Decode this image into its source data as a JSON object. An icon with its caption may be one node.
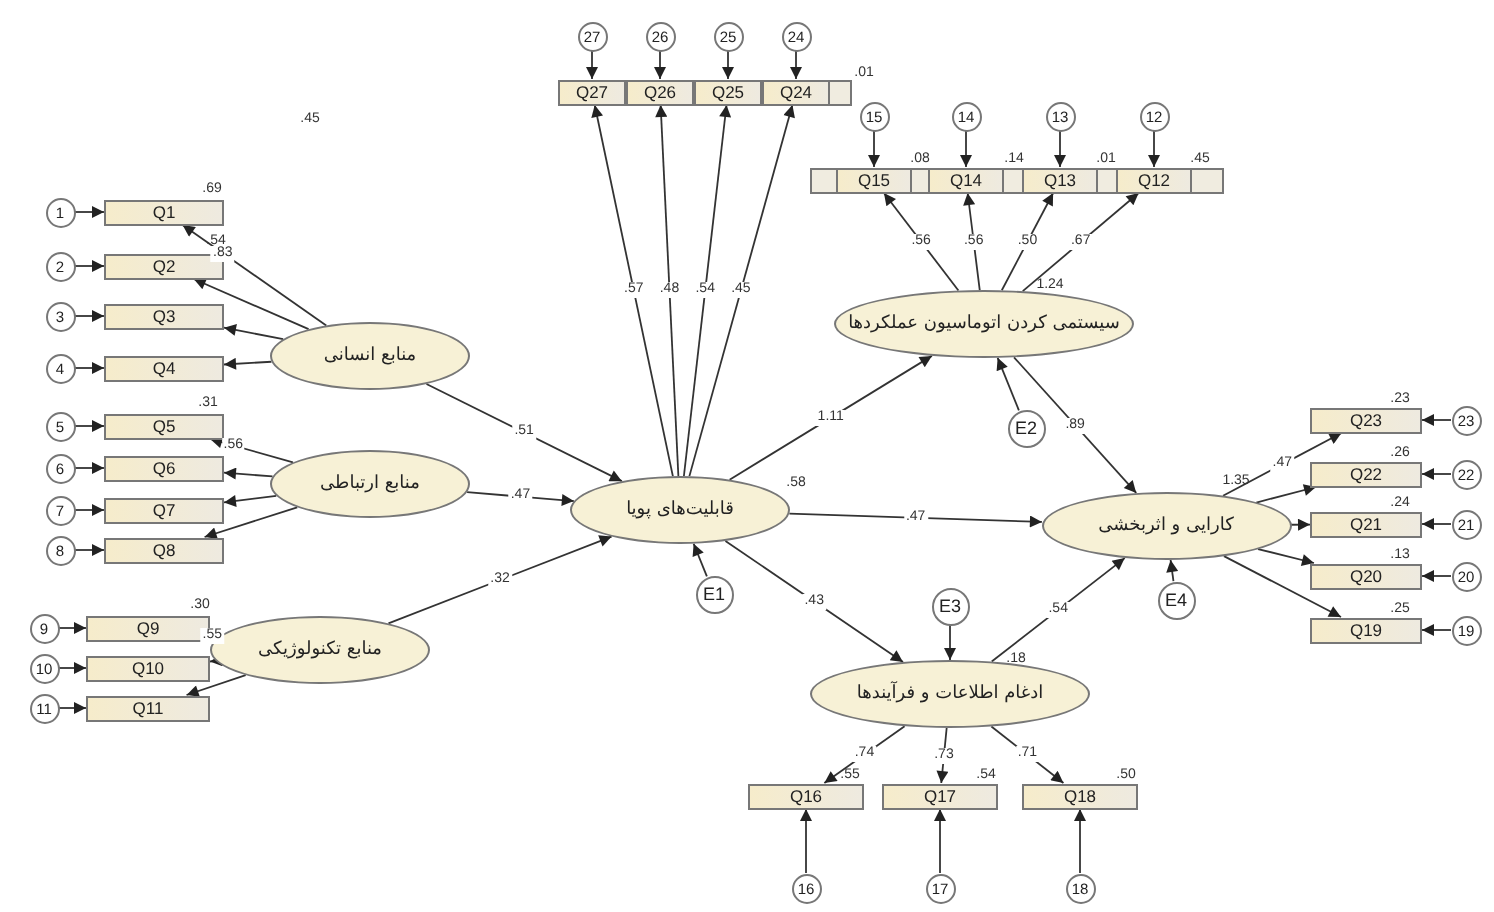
{
  "diagram": {
    "nodes": [
      {
        "text": [
          "منابع انسانی"
        ]
      },
      {
        "text": [
          "منابع ارتباطی"
        ]
      },
      {
        "text": [
          "منابع تکنولوژیکی"
        ]
      },
      {
        "text": [
          "قابلیت‌های پویا"
        ]
      },
      {
        "text": [
          "سیستمی کردن اتوماسیون عملکردها"
        ]
      },
      {
        "text": [
          "کارایی و اثربخشی"
        ]
      },
      {
        "text": [
          "ادغام اطلاعات و فرآیندها"
        ]
      },
      {
        "text": [
          "E1"
        ]
      },
      {
        "text": [
          "E2"
        ]
      },
      {
        "text": [
          "E3"
        ]
      },
      {
        "text": [
          "E4"
        ]
      },
      {
        "text": [
          "Q1"
        ]
      },
      {
        "text": [
          "Q2"
        ]
      },
      {
        "text": [
          "Q3"
        ]
      },
      {
        "text": [
          "Q4"
        ]
      },
      {
        "text": [
          "Q5"
        ]
      },
      {
        "text": [
          "Q6"
        ]
      },
      {
        "text": [
          "Q7"
        ]
      },
      {
        "text": [
          "Q8"
        ]
      },
      {
        "text": [
          "Q9"
        ]
      },
      {
        "text": [
          "Q10"
        ]
      },
      {
        "text": [
          "Q11"
        ]
      },
      {
        "text": [
          "Q12"
        ]
      },
      {
        "text": [
          "Q13"
        ]
      },
      {
        "text": [
          "Q14"
        ]
      },
      {
        "text": [
          "Q15"
        ]
      },
      {
        "text": [
          "Q16"
        ]
      },
      {
        "text": [
          "Q17"
        ]
      },
      {
        "text": [
          "Q18"
        ]
      },
      {
        "text": [
          "Q19"
        ]
      },
      {
        "text": [
          "Q20"
        ]
      },
      {
        "text": [
          "Q21"
        ]
      },
      {
        "text": [
          "Q22"
        ]
      },
      {
        "text": [
          "Q23"
        ]
      },
      {
        "text": [
          "Q24"
        ]
      },
      {
        "text": [
          "Q25"
        ]
      },
      {
        "text": [
          "Q26"
        ]
      },
      {
        "text": [
          "Q27"
        ]
      },
      {
        "text": [
          "1"
        ]
      },
      {
        "text": [
          "2"
        ]
      },
      {
        "text": [
          "3"
        ]
      },
      {
        "text": [
          "4"
        ]
      },
      {
        "text": [
          "5"
        ]
      },
      {
        "text": [
          "6"
        ]
      },
      {
        "text": [
          "7"
        ]
      },
      {
        "text": [
          "8"
        ]
      },
      {
        "text": [
          "9"
        ]
      },
      {
        "text": [
          "10"
        ]
      },
      {
        "text": [
          "11"
        ]
      },
      {
        "text": [
          "12"
        ]
      },
      {
        "text": [
          "13"
        ]
      },
      {
        "text": [
          "14"
        ]
      },
      {
        "text": [
          "15"
        ]
      },
      {
        "text": [
          "16"
        ]
      },
      {
        "text": [
          "17"
        ]
      },
      {
        "text": [
          "18"
        ]
      },
      {
        "text": [
          "19"
        ]
      },
      {
        "text": [
          "20"
        ]
      },
      {
        "text": [
          "21"
        ]
      },
      {
        "text": [
          "22"
        ]
      },
      {
        "text": [
          "23"
        ]
      },
      {
        "text": [
          "24"
        ]
      },
      {
        "text": [
          "25"
        ]
      },
      {
        "text": [
          "26"
        ]
      },
      {
        "text": [
          "27"
        ]
      }
    ],
    "edges": [
      {
        "from": 0,
        "to": 3,
        "arrow": "to",
        "label": ".51"
      },
      {
        "from": 1,
        "to": 3,
        "arrow": "to",
        "label": ".47"
      },
      {
        "from": 2,
        "to": 3,
        "arrow": "to",
        "label": ".32"
      },
      {
        "from": 3,
        "to": 4,
        "arrow": "to",
        "label": "1.11"
      },
      {
        "from": 3,
        "to": 5,
        "arrow": "to",
        "label": ".47"
      },
      {
        "from": 3,
        "to": 6,
        "arrow": "to",
        "label": ".43"
      },
      {
        "from": 4,
        "to": 5,
        "arrow": "to",
        "label": ".89"
      },
      {
        "from": 6,
        "to": 5,
        "arrow": "to",
        "label": ".54"
      },
      {
        "from": 7,
        "to": 3,
        "arrow": "to"
      },
      {
        "from": 8,
        "to": 4,
        "arrow": "to"
      },
      {
        "from": 9,
        "to": 6,
        "arrow": "to"
      },
      {
        "from": 10,
        "to": 5,
        "arrow": "to"
      },
      {
        "from": 0,
        "to": 11,
        "arrow": "to",
        "label": ".83"
      },
      {
        "from": 0,
        "to": 12,
        "arrow": "to"
      },
      {
        "from": 0,
        "to": 13,
        "arrow": "to"
      },
      {
        "from": 0,
        "to": 14,
        "arrow": "to"
      },
      {
        "from": 1,
        "to": 15,
        "arrow": "to",
        "label": ".56"
      },
      {
        "from": 1,
        "to": 16,
        "arrow": "to"
      },
      {
        "from": 1,
        "to": 17,
        "arrow": "to"
      },
      {
        "from": 1,
        "to": 18,
        "arrow": "to"
      },
      {
        "from": 2,
        "to": 19,
        "arrow": "to",
        "label": ".55"
      },
      {
        "from": 2,
        "to": 20,
        "arrow": "to"
      },
      {
        "from": 2,
        "to": 21,
        "arrow": "to"
      },
      {
        "from": 4,
        "to": 25,
        "arrow": "to",
        "label": ".56"
      },
      {
        "from": 4,
        "to": 24,
        "arrow": "to",
        "label": ".56"
      },
      {
        "from": 4,
        "to": 23,
        "arrow": "to",
        "label": ".50"
      },
      {
        "from": 4,
        "to": 22,
        "arrow": "to",
        "label": ".67"
      },
      {
        "from": 6,
        "to": 26,
        "arrow": "to",
        "label": ".74"
      },
      {
        "from": 6,
        "to": 27,
        "arrow": "to",
        "label": ".73"
      },
      {
        "from": 6,
        "to": 28,
        "arrow": "to",
        "label": ".71"
      },
      {
        "from": 5,
        "to": 33,
        "arrow": "to",
        "label": ".47"
      },
      {
        "from": 5,
        "to": 32,
        "arrow": "to"
      },
      {
        "from": 5,
        "to": 31,
        "arrow": "to"
      },
      {
        "from": 5,
        "to": 30,
        "arrow": "to"
      },
      {
        "from": 5,
        "to": 29,
        "arrow": "to"
      },
      {
        "from": 3,
        "to": 37,
        "arrow": "to",
        "label": ".57"
      },
      {
        "from": 3,
        "to": 36,
        "arrow": "to",
        "label": ".48"
      },
      {
        "from": 3,
        "to": 35,
        "arrow": "to",
        "label": ".54"
      },
      {
        "from": 3,
        "to": 34,
        "arrow": "to",
        "label": ".45"
      },
      {
        "from": 38,
        "to": 11,
        "arrow": "to"
      },
      {
        "from": 39,
        "to": 12,
        "arrow": "to"
      },
      {
        "from": 40,
        "to": 13,
        "arrow": "to"
      },
      {
        "from": 41,
        "to": 14,
        "arrow": "to"
      },
      {
        "from": 42,
        "to": 15,
        "arrow": "to"
      },
      {
        "from": 43,
        "to": 16,
        "arrow": "to"
      },
      {
        "from": 44,
        "to": 17,
        "arrow": "to"
      },
      {
        "from": 45,
        "to": 18,
        "arrow": "to"
      },
      {
        "from": 46,
        "to": 19,
        "arrow": "to"
      },
      {
        "from": 47,
        "to": 20,
        "arrow": "to"
      },
      {
        "from": 48,
        "to": 21,
        "arrow": "to"
      },
      {
        "from": 49,
        "to": 22,
        "arrow": "to"
      },
      {
        "from": 50,
        "to": 23,
        "arrow": "to"
      },
      {
        "from": 51,
        "to": 24,
        "arrow": "to"
      },
      {
        "from": 52,
        "to": 25,
        "arrow": "to"
      },
      {
        "from": 53,
        "to": 26,
        "arrow": "to"
      },
      {
        "from": 54,
        "to": 27,
        "arrow": "to"
      },
      {
        "from": 55,
        "to": 28,
        "arrow": "to"
      },
      {
        "from": 56,
        "to": 29,
        "arrow": "to"
      },
      {
        "from": 57,
        "to": 30,
        "arrow": "to"
      },
      {
        "from": 58,
        "to": 31,
        "arrow": "to"
      },
      {
        "from": 59,
        "to": 32,
        "arrow": "to"
      },
      {
        "from": 60,
        "to": 33,
        "arrow": "to"
      },
      {
        "from": 61,
        "to": 34,
        "arrow": "to"
      },
      {
        "from": 62,
        "to": 35,
        "arrow": "to"
      },
      {
        "from": 63,
        "to": 36,
        "arrow": "to"
      },
      {
        "from": 64,
        "to": 37,
        "arrow": "to"
      }
    ],
    "labels": [
      ".01",
      ".45",
      ".08",
      ".14",
      ".01",
      ".45",
      ".69",
      ".54",
      "1.24",
      ".31",
      ".23",
      ".26",
      ".58",
      "1.35",
      ".24",
      ".13",
      ".30",
      ".25",
      ".18",
      ".55",
      ".54",
      ".50"
    ]
  }
}
